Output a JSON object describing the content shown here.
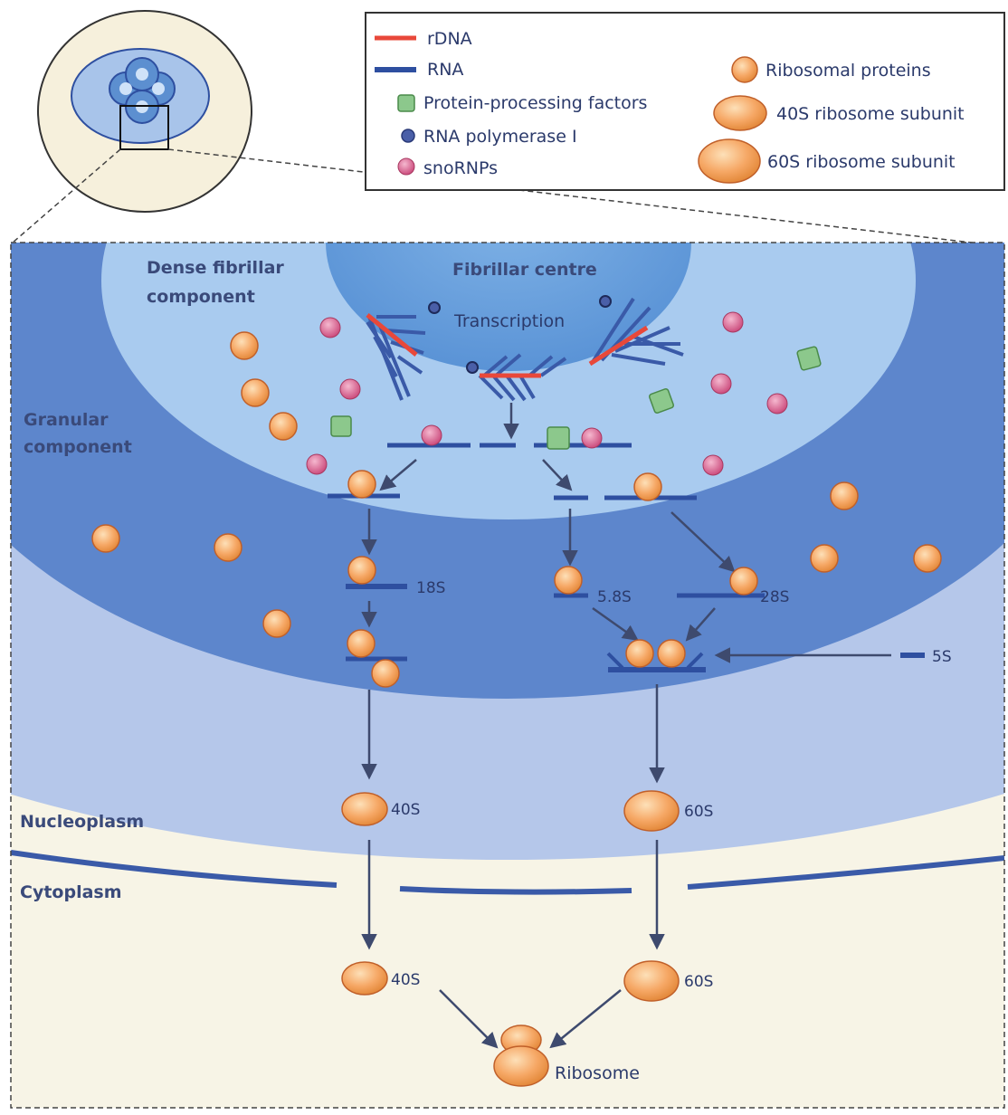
{
  "legend": {
    "rdna": "rDNA",
    "rna": "RNA",
    "protein_processing": "Protein-processing factors",
    "pol1": "RNA polymerase I",
    "snornps": "snoRNPs",
    "ribosomal_proteins": "Ribosomal proteins",
    "subunit_40s": "40S ribosome subunit",
    "subunit_60s": "60S ribosome subunit"
  },
  "regions": {
    "dense_fibrillar_1": "Dense fibrillar",
    "dense_fibrillar_2": "component",
    "fibrillar_centre": "Fibrillar centre",
    "granular_1": "Granular",
    "granular_2": "component",
    "nucleoplasm": "Nucleoplasm",
    "cytoplasm": "Cytoplasm"
  },
  "labels": {
    "transcription": "Transcription",
    "r18s": "18S",
    "r58s": "5.8S",
    "r28s": "28S",
    "r5s": "5S",
    "nuc40s": "40S",
    "nuc60s": "60S",
    "cyto40s": "40S",
    "cyto60s": "60S",
    "ribosome": "Ribosome"
  },
  "colors": {
    "rdna": "#e8483a",
    "rna": "#2e4fa0",
    "protein": "#f4a45a",
    "protein_stroke": "#c0602a",
    "snornp": "#d0608a",
    "processing": "#8cc88c",
    "pol1": "#4a5fa8"
  }
}
